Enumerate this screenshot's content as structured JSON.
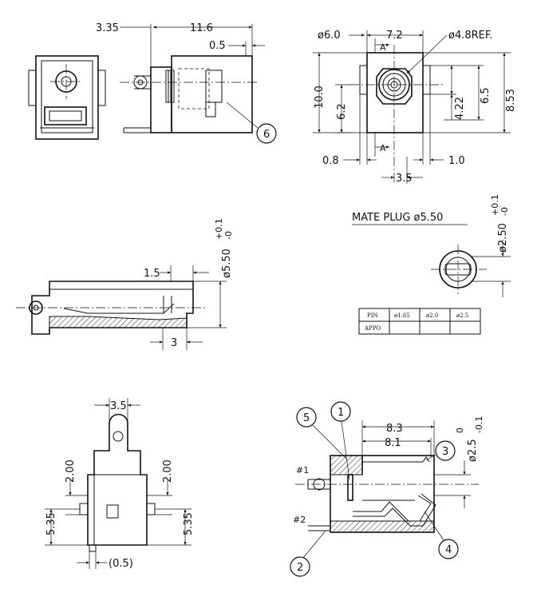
{
  "top_side_view": {
    "dim_3_35": "3.35",
    "dim_11_6": "11.6",
    "dim_0_5": "0.5",
    "callout_6": "6"
  },
  "front_view": {
    "dim_d6_0": "ø6.0",
    "dim_7_2": "7.2",
    "dim_d4_8_ref": "ø4.8REF.",
    "dim_10_0": "10.0",
    "dim_6_2": "6.2",
    "dim_4_22": "4.22",
    "dim_6_5": "6.5",
    "dim_8_53": "8.53",
    "dim_0_8": "0.8",
    "dim_1_0": "1.0",
    "dim_3_5": "3.5",
    "section_a": "A",
    "section_a_prime": "A'"
  },
  "side_view": {
    "dim_1_5": "1.5",
    "dim_5_50": "ø5.50",
    "tol_5_50_upper": "+0.1",
    "tol_5_50_lower": "-0",
    "dim_3": "3"
  },
  "mate_plug": {
    "title": "MATE PLUG ø5.50",
    "dim_2_50": "ø2.50",
    "tol_upper": "+0.1",
    "tol_lower": "-0",
    "table": {
      "headers": [
        "PIN",
        "ø1.65",
        "ø2.0",
        "ø2.5"
      ],
      "rows": [
        [
          "APPO",
          "",
          "",
          ""
        ]
      ]
    }
  },
  "bottom_view": {
    "dim_3_5": "3.5",
    "dim_2_00_left": "2.00",
    "dim_2_00_right": "2.00",
    "dim_5_35_left": "5.35",
    "dim_5_35_right": "5.35",
    "dim_0_5": "(0.5)"
  },
  "section_view": {
    "dim_8_3": "8.3",
    "dim_8_1": "8.1",
    "dim_2_5": "ø2.5",
    "tol_upper": "0",
    "tol_lower": "-0.1",
    "pin_1": "#1",
    "pin_2": "#2",
    "callout_1": "1",
    "callout_2": "2",
    "callout_3": "3",
    "callout_4": "4",
    "callout_5": "5"
  }
}
